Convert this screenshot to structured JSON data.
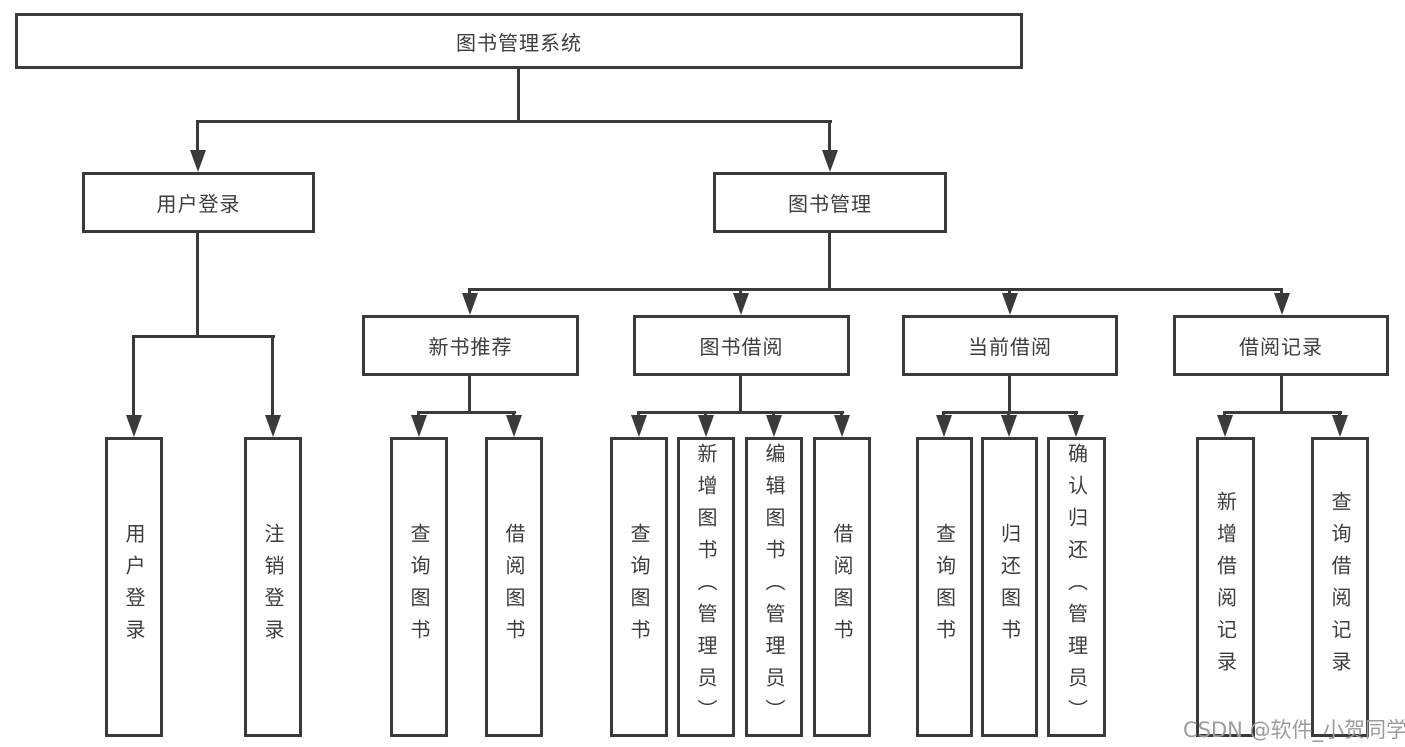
{
  "tree": {
    "label": "图书管理系统",
    "children": [
      {
        "label": "用户登录",
        "children": [
          {
            "label": "用户登录"
          },
          {
            "label": "注销登录"
          }
        ]
      },
      {
        "label": "图书管理",
        "children": [
          {
            "label": "新书推荐",
            "children": [
              {
                "label": "查询图书"
              },
              {
                "label": "借阅图书"
              }
            ]
          },
          {
            "label": "图书借阅",
            "children": [
              {
                "label": "查询图书"
              },
              {
                "label": "新增图书（管理员）"
              },
              {
                "label": "编辑图书（管理员）"
              },
              {
                "label": "借阅图书"
              }
            ]
          },
          {
            "label": "当前借阅",
            "children": [
              {
                "label": "查询图书"
              },
              {
                "label": "归还图书"
              },
              {
                "label": "确认归还（管理员）"
              }
            ]
          },
          {
            "label": "借阅记录",
            "children": [
              {
                "label": "新增借阅记录"
              },
              {
                "label": "查询借阅记录"
              }
            ]
          }
        ]
      }
    ]
  },
  "watermark": {
    "text": "CSDN @软件_小贺同学"
  },
  "colors": {
    "line": "#3a3a3a",
    "box_border": "#3a3a3a",
    "text": "#3d3d3d",
    "watermark": "#9c9c9c",
    "background": "#ffffff"
  }
}
